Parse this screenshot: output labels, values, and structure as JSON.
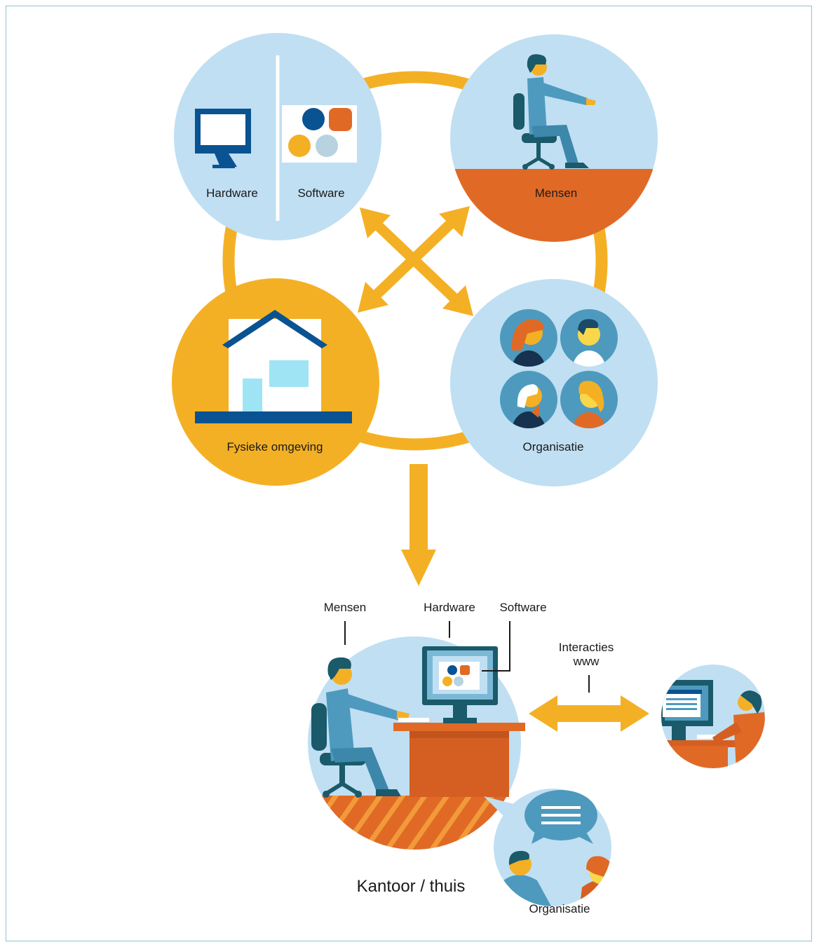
{
  "colors": {
    "light_blue": "#c0dff2",
    "orange": "#e06a25",
    "yellow": "#f4b024",
    "navy": "#0a5392",
    "teal": "#4d9abe",
    "dark_teal": "#1a5a6a",
    "cyan_window": "#9ee4f5"
  },
  "icons": [
    "monitor-icon",
    "software-shapes-icon",
    "seated-person-icon",
    "office-chair-icon",
    "house-icon",
    "person-avatar-icon",
    "speech-bubble-icon",
    "desk-icon",
    "double-arrow-icon"
  ],
  "top_model": {
    "hardware_label": "Hardware",
    "software_label": "Software",
    "people_label": "Mensen",
    "environment_label": "Fysieke omgeving",
    "organisation_label": "Organisatie"
  },
  "bottom_scene": {
    "people_label": "Mensen",
    "hardware_label": "Hardware",
    "software_label": "Software",
    "interactions_label": "Interacties\nwww",
    "place_label": "Kantoor / thuis",
    "organisation_label": "Organisatie"
  }
}
